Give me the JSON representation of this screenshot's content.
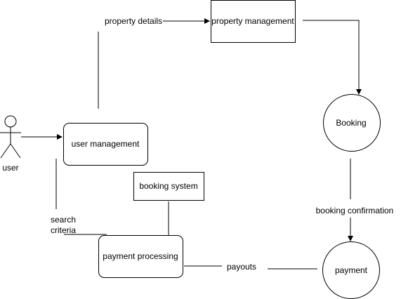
{
  "actor": {
    "label": "user"
  },
  "nodes": {
    "user_management": "user management",
    "property_management": "property management",
    "booking_system": "booking system",
    "payment_processing": "payment processing",
    "booking": "Booking",
    "payment": "payment"
  },
  "edge_labels": {
    "property_details": "property details",
    "search_criteria_line1": "search",
    "search_criteria_line2": "criteria",
    "booking_confirmation": "booking confirmation",
    "payouts": "payouts"
  },
  "colors": {
    "stroke": "#000000",
    "background": "#ffffff"
  }
}
